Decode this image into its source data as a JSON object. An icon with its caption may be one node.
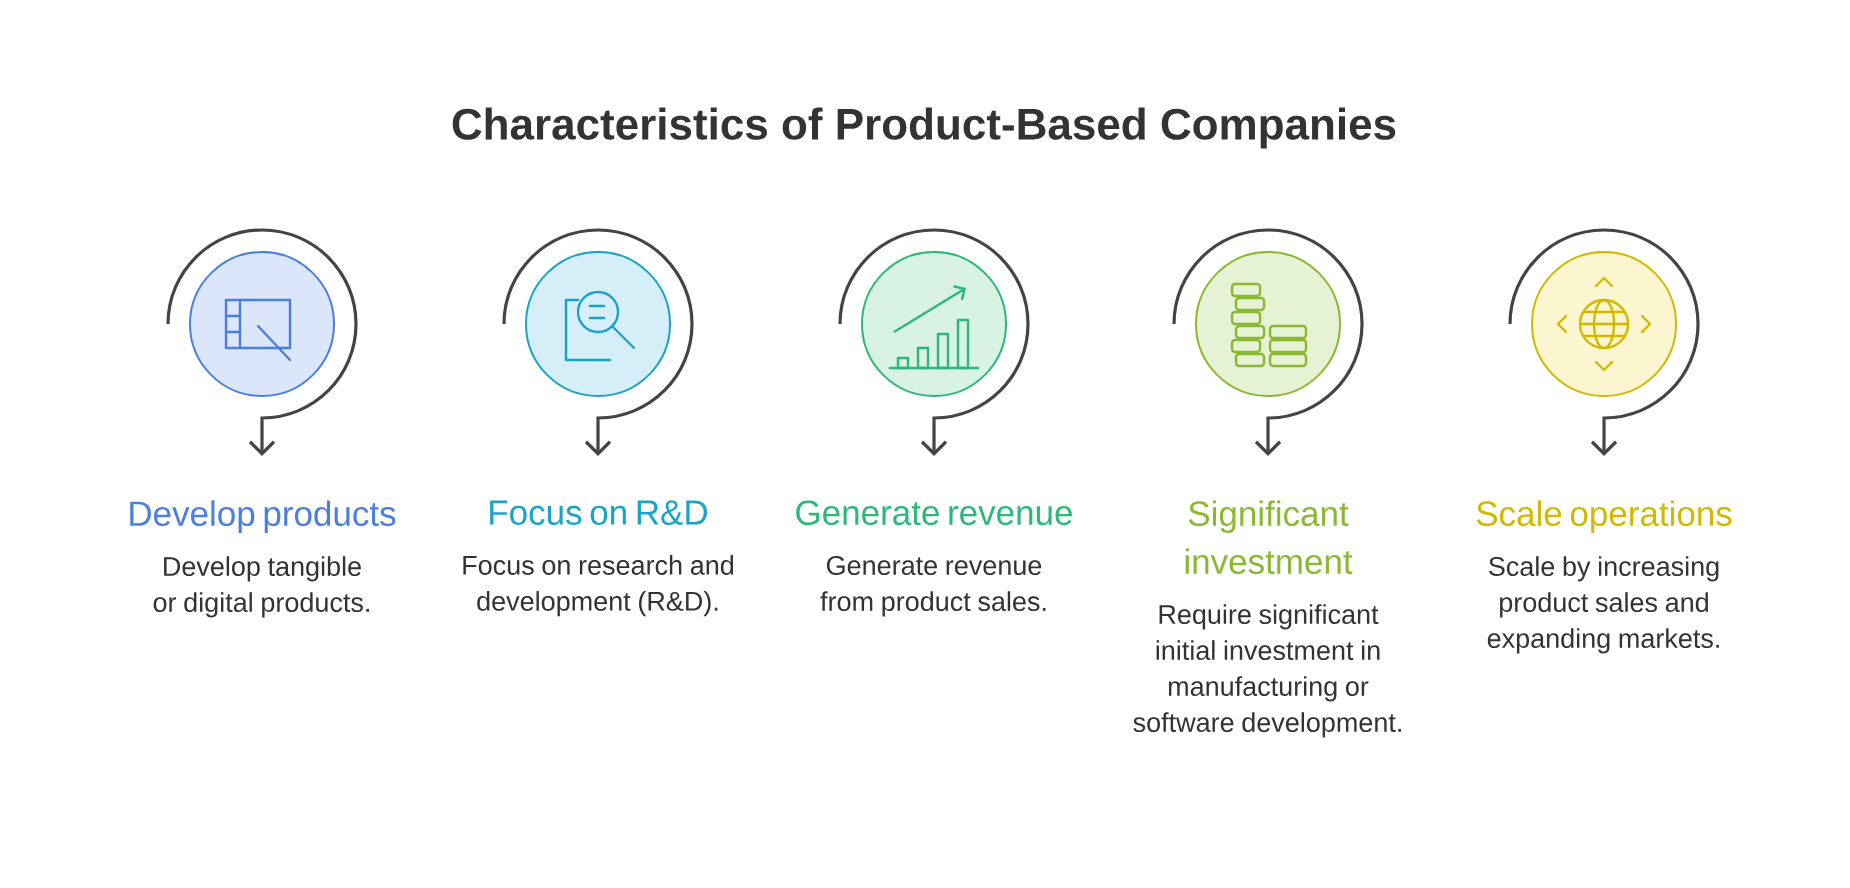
{
  "diagram": {
    "title": "Characteristics of Product-Based Companies",
    "nodes": [
      {
        "text": [
          "Develop products",
          "Develop tangible or digital products."
        ]
      },
      {
        "text": [
          "Focus on R&D",
          "Focus on research and development (R&D)."
        ]
      },
      {
        "text": [
          "Generate revenue",
          "Generate revenue from product sales."
        ]
      },
      {
        "text": [
          "Significant investment",
          "Require significant initial investment in manufacturing or software development."
        ]
      },
      {
        "text": [
          "Scale operations",
          "Scale by increasing product sales and expanding markets."
        ]
      }
    ]
  }
}
